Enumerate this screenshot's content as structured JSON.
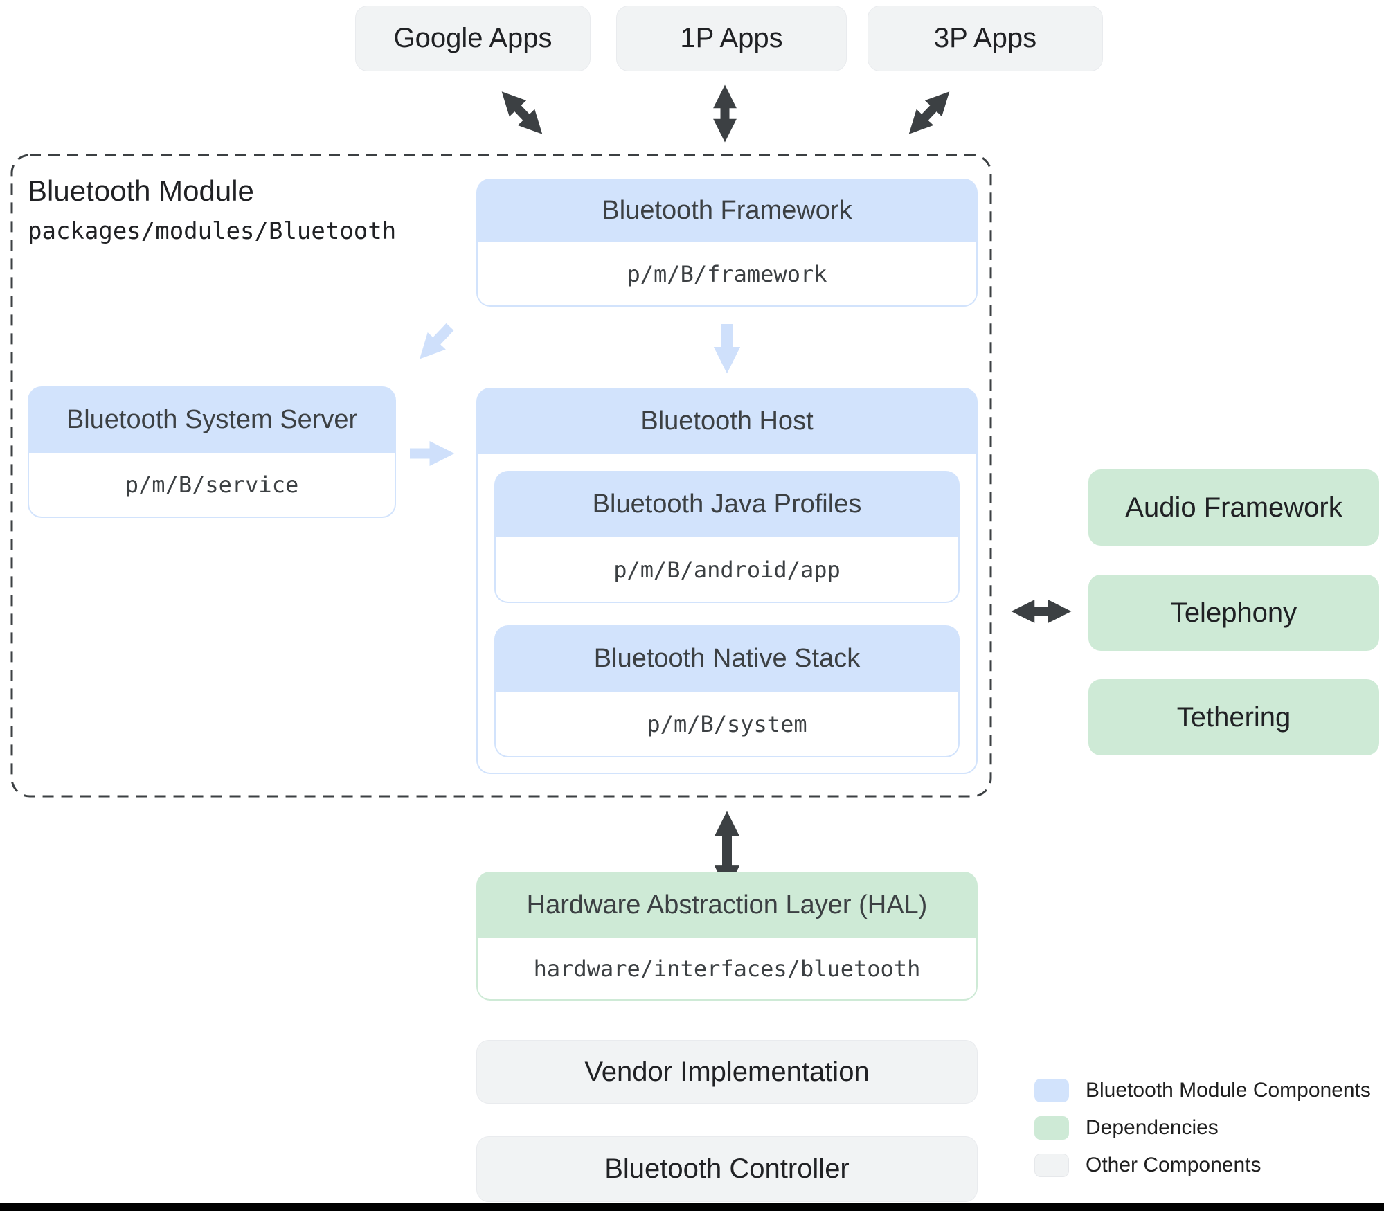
{
  "top_apps": {
    "google": "Google Apps",
    "first_party": "1P Apps",
    "third_party": "3P Apps"
  },
  "module": {
    "title": "Bluetooth Module",
    "path": "packages/modules/Bluetooth",
    "framework": {
      "title": "Bluetooth Framework",
      "path": "p/m/B/framework"
    },
    "system_server": {
      "title": "Bluetooth System Server",
      "path": "p/m/B/service"
    },
    "host": {
      "title": "Bluetooth Host",
      "java_profiles": {
        "title": "Bluetooth Java Profiles",
        "path": "p/m/B/android/app"
      },
      "native_stack": {
        "title": "Bluetooth Native Stack",
        "path": "p/m/B/system"
      }
    }
  },
  "dependencies": {
    "audio": "Audio Framework",
    "telephony": "Telephony",
    "tethering": "Tethering"
  },
  "hal": {
    "title": "Hardware Abstraction Layer (HAL)",
    "path": "hardware/interfaces/bluetooth"
  },
  "other": {
    "vendor": "Vendor Implementation",
    "controller": "Bluetooth Controller"
  },
  "legend": {
    "module_components": {
      "label": "Bluetooth Module Components",
      "color": "#d2e3fc"
    },
    "dependencies": {
      "label": "Dependencies",
      "color": "#ceead6"
    },
    "other_components": {
      "label": "Other Components",
      "color": "#f1f3f4"
    }
  },
  "colors": {
    "module_blue": "#d2e3fc",
    "dependency_green": "#ceead6",
    "other_gray": "#f1f3f4",
    "arrow_dark": "#3c4043",
    "arrow_blue": "#cfe0fb",
    "dashed_border": "#3c4043"
  }
}
